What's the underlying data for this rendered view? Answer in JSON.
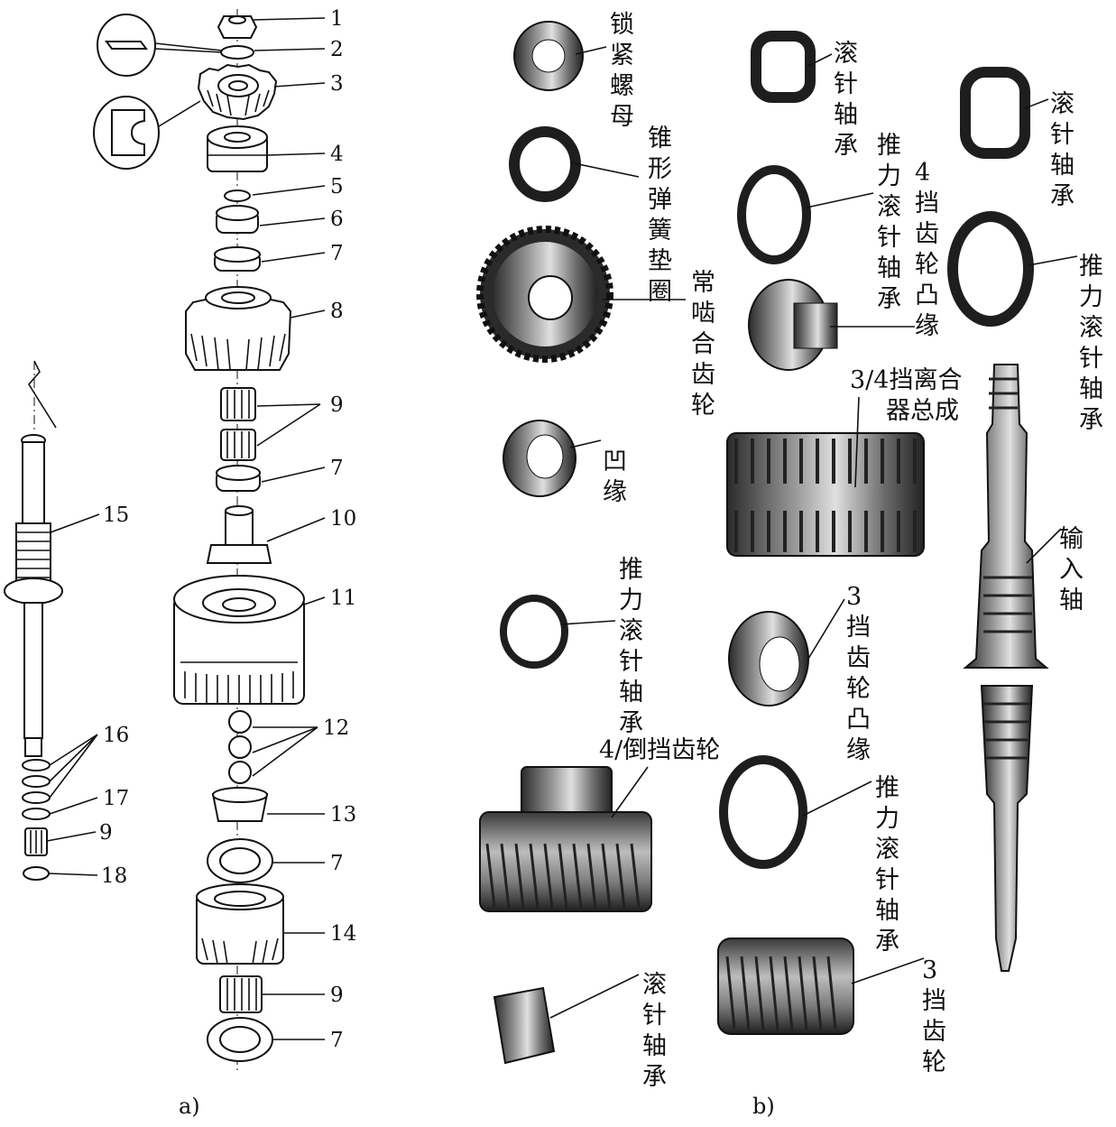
{
  "captions": {
    "a": "a)",
    "b": "b)"
  },
  "part_numbers": [
    "1",
    "2",
    "3",
    "4",
    "5",
    "6",
    "7",
    "8",
    "9",
    "7",
    "10",
    "11",
    "12",
    "13",
    "7",
    "14",
    "9",
    "7",
    "15",
    "16",
    "17",
    "9",
    "18"
  ],
  "photo_labels": [
    "锁紧螺母",
    "锥形弹簧垫圈",
    "常啮合齿轮",
    "凹缘",
    "推力滚针轴承",
    "4/倒挡齿轮",
    "滚针轴承",
    "滚针轴承",
    "推力滚针轴承",
    "4挡齿轮凸缘",
    "3/4挡离合器总成",
    "3挡齿轮凸缘",
    "推力滚针轴承",
    "3挡齿轮",
    "滚针轴承",
    "推力滚针轴承",
    "输入轴"
  ],
  "colors": {
    "ink": "#111111",
    "photo_dark": "#2a2a2a",
    "photo_mid": "#6b6b6b",
    "photo_light": "#cfcfcf"
  }
}
